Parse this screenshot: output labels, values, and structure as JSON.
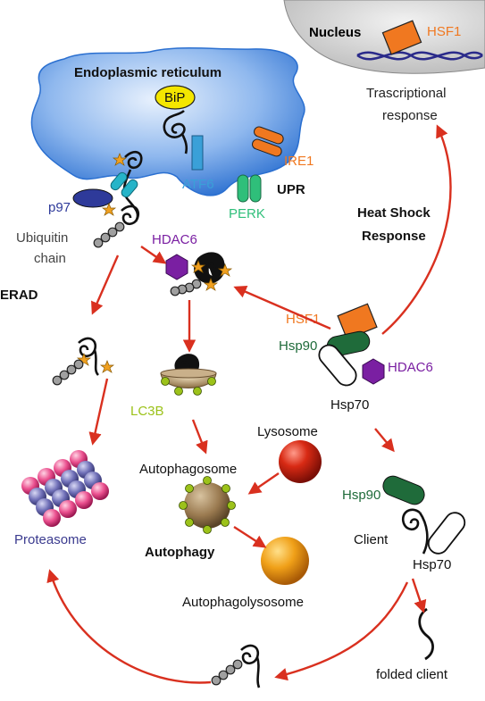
{
  "labels": {
    "nucleus": "Nucleus",
    "hsf1_nucleus": "HSF1",
    "transcriptional_response": [
      "Trascriptional",
      "response"
    ],
    "er": "Endoplasmic reticulum",
    "bip": "BiP",
    "atf6": "ATF6",
    "ire1": "IRE1",
    "perk": "PERK",
    "upr": "UPR",
    "p97": "p97",
    "ubiquitin_chain": [
      "Ubiquitin",
      "chain"
    ],
    "erad": "ERAD",
    "hdac6_top": "HDAC6",
    "heat_shock_response": [
      "Heat Shock",
      "Response"
    ],
    "hsf1_complex": "HSF1",
    "hsp90_complex": "Hsp90",
    "hdac6_complex": "HDAC6",
    "hsp70_complex": "Hsp70",
    "lc3b": "LC3B",
    "lysosome": "Lysosome",
    "autophagosome": "Autophagosome",
    "autophagy": "Autophagy",
    "autophagolysosome": "Autophagolysosome",
    "proteasome": "Proteasome",
    "hsp90_client": "Hsp90",
    "client": "Client",
    "hsp70_client": "Hsp70",
    "folded_client": "folded client"
  },
  "colors": {
    "arrow": "#d9301f",
    "hsf1": "#f07820",
    "hsp90": "#1f6b3a",
    "hdac6": "#7a1fa2",
    "atf6": "#3aa0d8",
    "perk": "#2fbf7a",
    "p97": "#2e3a9a",
    "lc3b": "#9cc21a",
    "proteasome": "#3b3b8f",
    "er": "#2a6fd0",
    "nucleus": "#c8c8c8"
  }
}
